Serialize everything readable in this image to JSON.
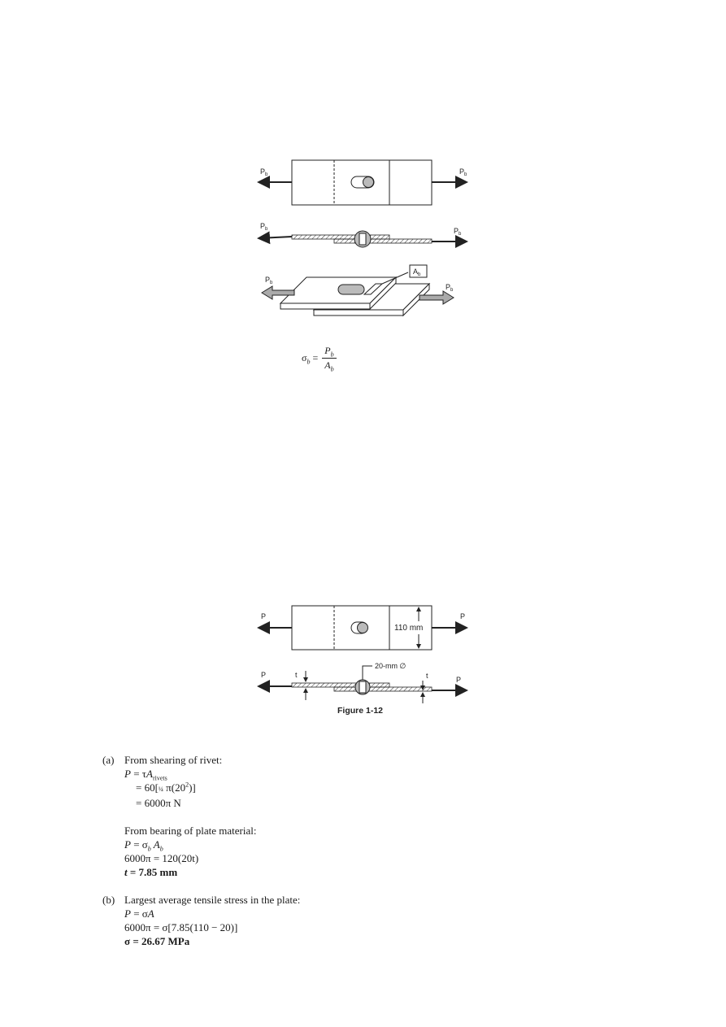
{
  "figure_top": {
    "label_p_left": "P",
    "label_p_right": "P",
    "sub_b": "b",
    "label_ab": "A",
    "formula": {
      "lhs": "σ",
      "lhs_sub": "b",
      "eq": " = ",
      "num": "P",
      "num_sub": "b",
      "den": "A",
      "den_sub": "b"
    }
  },
  "figure_112": {
    "p_label": "P",
    "t_label": "t",
    "width_label": "110 mm",
    "rivet_label": "20-mm ∅",
    "caption": "Figure 1-12"
  },
  "solution": {
    "part_a": {
      "tag": "(a)",
      "heading": "From shearing of rivet:",
      "l1_a": "P",
      "l1_b": " = τ",
      "l1_c": "A",
      "l1_sub": "rivets",
      "l2_a": "= 60[",
      "l2_frac": "¼",
      "l2_b": " π(20",
      "l2_sup": "2",
      "l2_c": ")]",
      "l3": "= 6000π N",
      "heading2": "From bearing of plate material:",
      "l4_a": "P",
      "l4_b": " = σ",
      "l4_sub1": "b",
      "l4_c": " A",
      "l4_sub2": "b",
      "l5": "6000π = 120(20t)",
      "l6_a": "t",
      "l6_b": " = 7.85 mm"
    },
    "part_b": {
      "tag": "(b)",
      "heading": "Largest average tensile stress in the plate:",
      "l1_a": "P",
      "l1_b": " = σ",
      "l1_c": "A",
      "l2": "6000π = σ[7.85(110 − 20)]",
      "l3": "σ = 26.67 MPa"
    }
  }
}
